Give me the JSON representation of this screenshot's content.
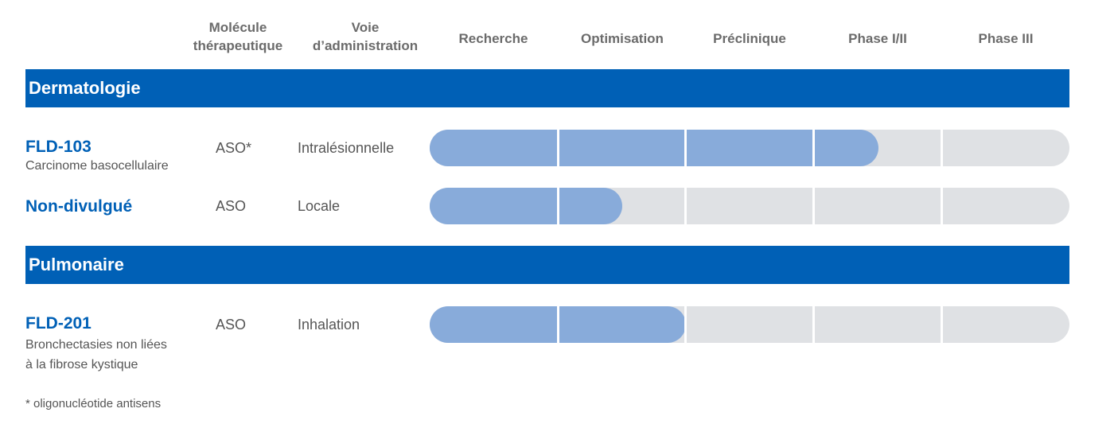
{
  "headers": {
    "molecule": [
      "Molécule",
      "thérapeutique"
    ],
    "voie": [
      "Voie",
      "d’administration"
    ],
    "phases": [
      "Recherche",
      "Optimisation",
      "Préclinique",
      "Phase I/II",
      "Phase III"
    ]
  },
  "chart_data": {
    "type": "table",
    "stages": [
      "Recherche",
      "Optimisation",
      "Préclinique",
      "Phase I/II",
      "Phase III"
    ],
    "groups": [
      {
        "area": "Dermatologie",
        "programs": [
          {
            "name": "FLD-103",
            "indication": [
              "Carcinome basocellulaire"
            ],
            "molecule": "ASO*",
            "route": "Intralésionnelle",
            "progress_stages": 3.5
          },
          {
            "name": "Non-divulgué",
            "indication": [],
            "molecule": "ASO",
            "route": "Locale",
            "progress_stages": 1.5
          }
        ]
      },
      {
        "area": "Pulmonaire",
        "programs": [
          {
            "name": "FLD-201",
            "indication": [
              "Bronchectasies non liées",
              "à la fibrose kystique"
            ],
            "molecule": "ASO",
            "route": "Inhalation",
            "progress_stages": 2.0
          }
        ]
      }
    ]
  },
  "footnote": "* oligonucléotide antisens",
  "colors": {
    "band": "#0060b6",
    "fill": "#88abda",
    "track": "#dfe1e4",
    "name": "#0060b6"
  }
}
